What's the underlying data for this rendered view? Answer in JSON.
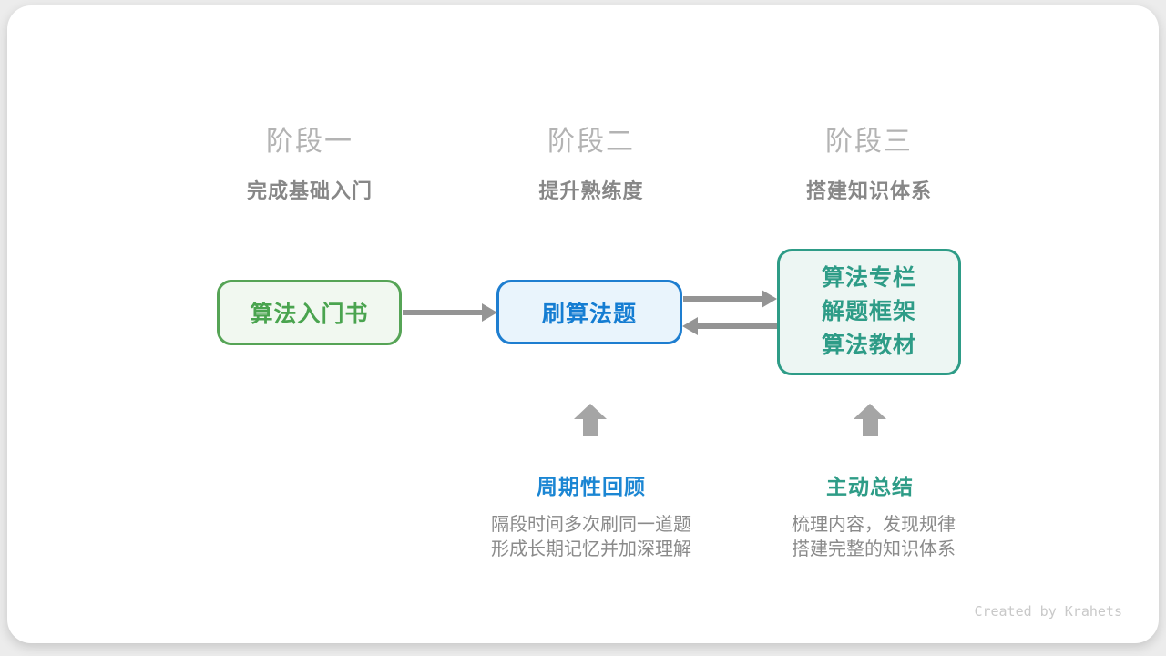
{
  "stages": [
    {
      "title": "阶段一",
      "subtitle": "完成基础入门"
    },
    {
      "title": "阶段二",
      "subtitle": "提升熟练度"
    },
    {
      "title": "阶段三",
      "subtitle": "搭建知识体系"
    }
  ],
  "flow": {
    "stage1_box": {
      "label": "算法入门书"
    },
    "stage2_box": {
      "label": "刷算法题"
    },
    "stage3_box": {
      "lines": [
        "算法专栏",
        "解题框架",
        "算法教材"
      ]
    }
  },
  "annotations": {
    "review": {
      "title": "周期性回顾",
      "lines": [
        "隔段时间多次刷同一道题",
        "形成长期记忆并加深理解"
      ]
    },
    "summary": {
      "title": "主动总结",
      "lines": [
        "梳理内容，发现规律",
        "搭建完整的知识体系"
      ]
    }
  },
  "footer": {
    "credit": "Created by Krahets"
  },
  "colors": {
    "stage1_green": "#56a456",
    "stage2_blue": "#1e7ed0",
    "stage3_teal": "#2e9c87",
    "review_blue": "#1b86d3",
    "arrow_gray": "#949494",
    "block_arrow_gray": "#a5a5a5",
    "stage_title_gray": "#b3b3b3",
    "subtitle_gray": "#878787",
    "description_gray": "#8a8a8a",
    "credit_gray": "#c9c9c9",
    "card_bg": "#ffffff",
    "page_bg": "#ececec"
  }
}
